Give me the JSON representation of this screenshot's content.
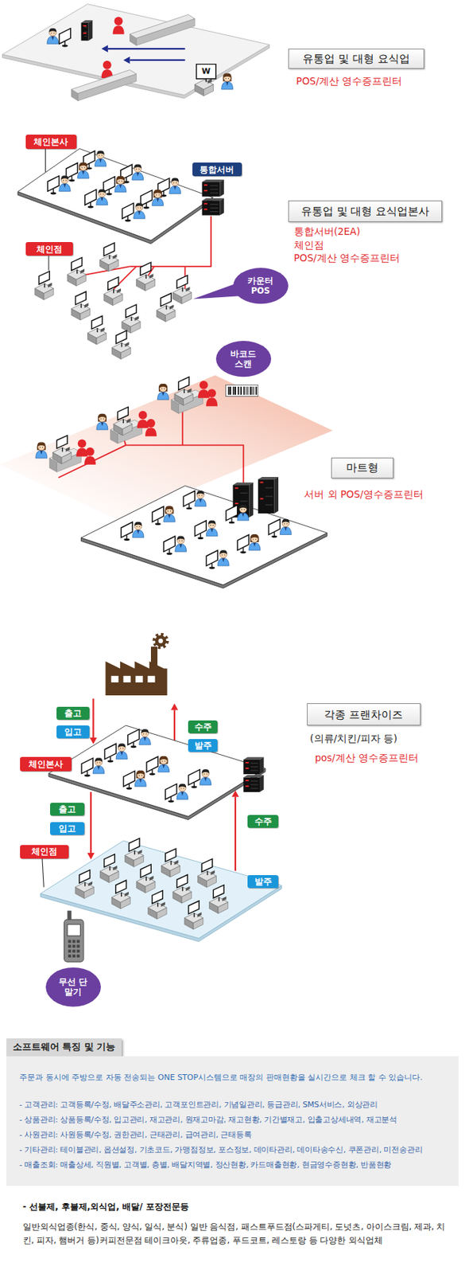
{
  "diagram": {
    "nodes": [
      {
        "text": [
          "유통업 및 대형 요식업"
        ]
      },
      {
        "text": [
          "체인본사"
        ]
      },
      {
        "text": [
          "통합서버"
        ]
      },
      {
        "text": [
          "유통업 및 대형 요식업본사"
        ]
      },
      {
        "text": [
          "체인점"
        ]
      },
      {
        "text": [
          "카운터 POS"
        ]
      },
      {
        "text": [
          "바코드 스캔"
        ]
      },
      {
        "text": [
          "마트형"
        ]
      },
      {
        "text": [
          "각종 프랜차이즈"
        ]
      },
      {
        "text": [
          "출고"
        ]
      },
      {
        "text": [
          "수주"
        ]
      },
      {
        "text": [
          "입고"
        ]
      },
      {
        "text": [
          "발주"
        ]
      },
      {
        "text": [
          "체인본사"
        ]
      },
      {
        "text": [
          "출고"
        ]
      },
      {
        "text": [
          "수주"
        ]
      },
      {
        "text": [
          "입고"
        ]
      },
      {
        "text": [
          "체인점"
        ]
      },
      {
        "text": [
          "발주"
        ]
      },
      {
        "text": [
          "무선 단말기"
        ]
      },
      {
        "text": [
          "소프트웨어 특징 및 기능"
        ]
      },
      {
        "text": [
          "주문과 동시에 주방으로 자동 전송되는 ONE STOP시스템으로 매장의 판매현황을 실시간으로 체크 할 수 있습니다.",
          "- 고객관리: 고객등록/수정, 배달주소관리, 고객포인트관리, 기념일관리, 등급관리, SMS서비스, 외상관리",
          "- 상품관리: 상품등록/수정, 입고관리, 재고관리, 원재고마감, 재고현황, 기간별재고, 입출고상세내역, 재고분석",
          "- 사원관리: 사원등록/수정, 권한관리, 근태관리, 급여관리, 근태등록",
          "- 기타관리: 테이블관리, 옵션설정, 기초코드, 가맹점정보, 포스정보, 데이타관리, 데이타송수신, 쿠폰관리, 미전송관리",
          "- 매출조회: 매출상세, 직원별, 고객별, 층별, 배달지역별, 정산현황, 카드매출현황, 현금영수증현황, 반품현황"
        ]
      }
    ],
    "labels": [
      "W",
      "POS/계산 영수증프린터",
      "통합서버(2EA)",
      "체인점",
      "POS/계산 영수증프린터",
      "서버 외 POS/영수증프린터",
      "(의류/치킨/피자 등)",
      "pos/계산 영수증프린터",
      "- 선불제, 후불제,외식업, 배달/ 포장전문등",
      "일반외식업종(한식, 중식, 양식, 일식, 분식) 일반 음식점, 패스트푸드점(스파게티, 도넛츠, 아이스크림, 제과, 치킨, 피자, 햄버거 등)커피전문점 테이크아웃, 주류업종, 푸드코트, 레스토랑 등 다양한 외식업체"
    ]
  }
}
